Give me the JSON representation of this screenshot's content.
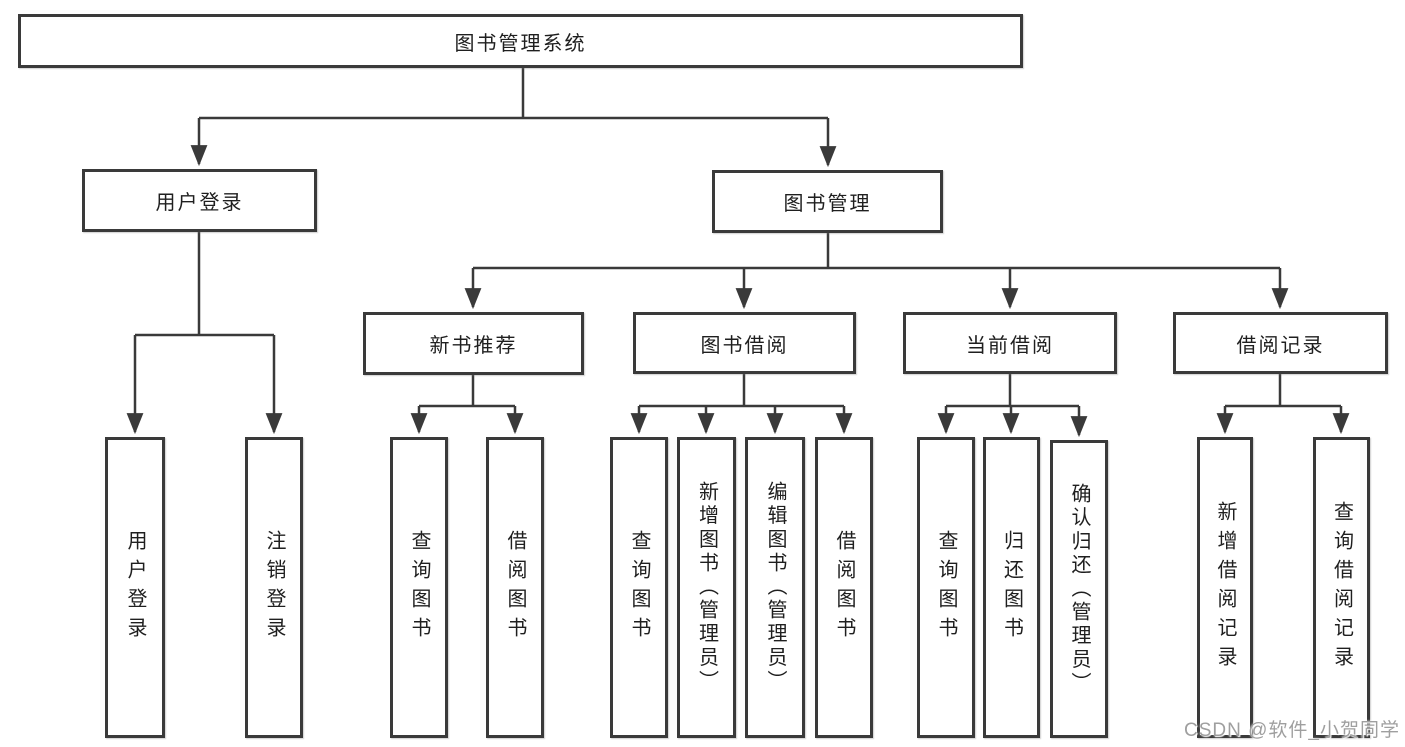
{
  "diagram_title": "图书管理系统",
  "nodes": {
    "root": {
      "label": "图书管理系统"
    },
    "level2": [
      {
        "label": "用户登录"
      },
      {
        "label": "图书管理"
      }
    ],
    "level3": [
      {
        "label": "新书推荐"
      },
      {
        "label": "图书借阅"
      },
      {
        "label": "当前借阅"
      },
      {
        "label": "借阅记录"
      }
    ],
    "leaves_user_login": [
      {
        "label": "用户登录"
      },
      {
        "label": "注销登录"
      }
    ],
    "leaves_new_book": [
      {
        "label": "查询图书"
      },
      {
        "label": "借阅图书"
      }
    ],
    "leaves_book_borrow": [
      {
        "label": "查询图书"
      },
      {
        "label": "新增图书（管理员）"
      },
      {
        "label": "编辑图书（管理员）"
      },
      {
        "label": "借阅图书"
      }
    ],
    "leaves_current_borrow": [
      {
        "label": "查询图书"
      },
      {
        "label": "归还图书"
      },
      {
        "label": "确认归还（管理员）"
      }
    ],
    "leaves_borrow_records": [
      {
        "label": "新增借阅记录"
      },
      {
        "label": "查询借阅记录"
      }
    ]
  },
  "watermark": "CSDN @软件_小贺同学",
  "colors": {
    "line": "#3a3a3a",
    "text": "#1f1f1f",
    "watermark": "#9f9f9f",
    "background": "#ffffff"
  }
}
